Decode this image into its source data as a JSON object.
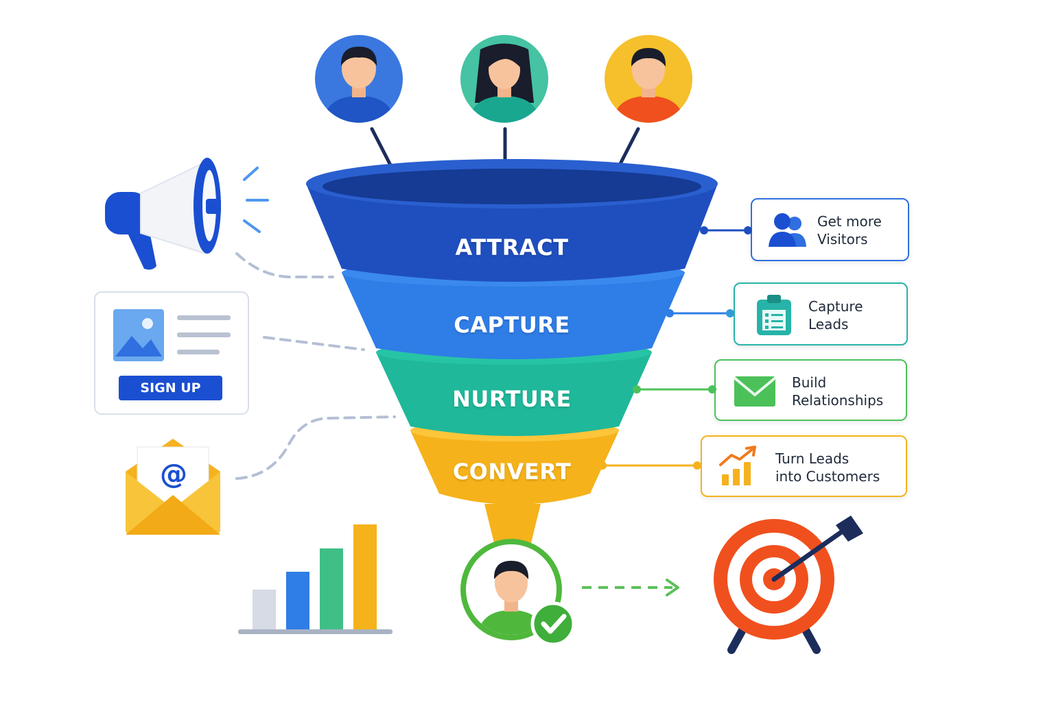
{
  "stages": [
    {
      "label": "ATTRACT",
      "color": "#1f4fbf"
    },
    {
      "label": "CAPTURE",
      "color": "#2f7de6"
    },
    {
      "label": "NURTURE",
      "color": "#1fb89a"
    },
    {
      "label": "CONVERT",
      "color": "#f6b21a"
    }
  ],
  "cards": [
    {
      "lines": [
        "Get more",
        "Visitors"
      ],
      "icon": "users-icon",
      "border": "#2f6fe0"
    },
    {
      "lines": [
        "Capture",
        "Leads"
      ],
      "icon": "clipboard-icon",
      "border": "#27b3a8"
    },
    {
      "lines": [
        "Build",
        "Relationships"
      ],
      "icon": "envelope-icon",
      "border": "#4cc15a"
    },
    {
      "lines": [
        "Turn Leads",
        "into Customers"
      ],
      "icon": "growth-chart-icon",
      "border": "#f5b21e"
    }
  ],
  "signup_form": {
    "button_label": "SIGN UP"
  },
  "email_icon": {
    "symbol": "@"
  },
  "icons": [
    "megaphone-icon",
    "signup-form-icon",
    "email-icon",
    "bar-chart-icon",
    "target-icon",
    "customer-check-icon"
  ]
}
